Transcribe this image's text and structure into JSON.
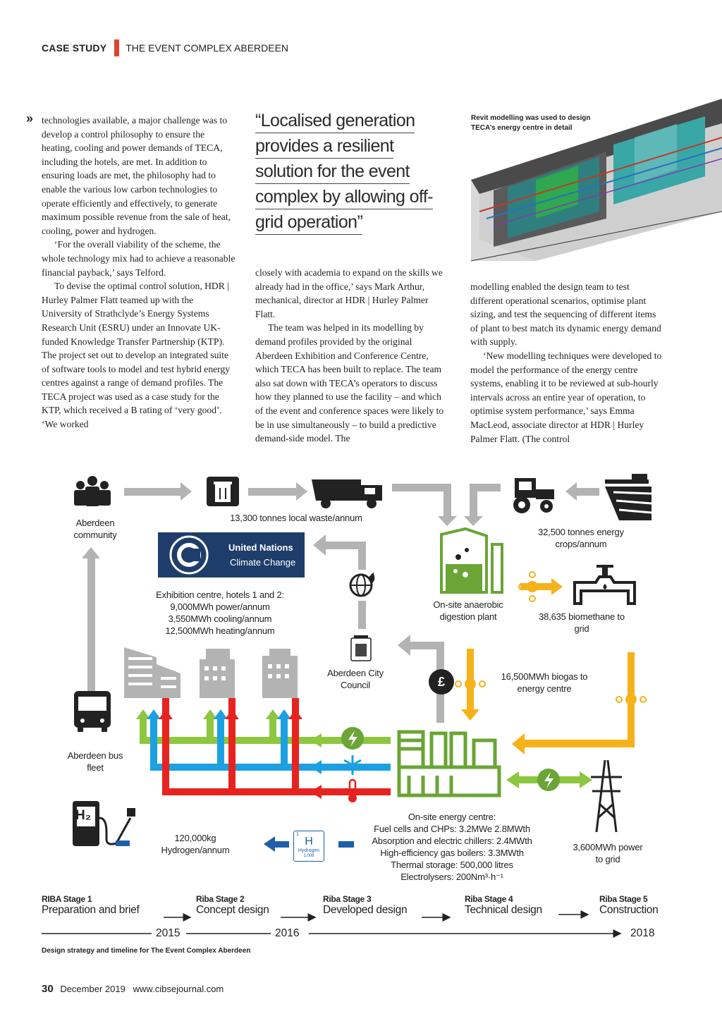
{
  "header": {
    "kicker": "CASE STUDY",
    "title": "THE EVENT COMPLEX ABERDEEN"
  },
  "col1": [
    "technologies available, a major challenge was to develop a control philosophy to ensure the heating, cooling and power demands of TECA, including the hotels, are met. In addition to ensuring loads are met, the philosophy had to enable the various low carbon technologies to operate efficiently and effectively, to generate maximum possible revenue from the sale of heat, cooling, power and hydrogen.",
    "‘For the overall viability of the scheme, the whole technology mix had to achieve a reasonable financial payback,’ says Telford.",
    "To devise the optimal control solution, HDR | Hurley Palmer Flatt teamed up with the University of Strathclyde’s Energy Systems Research Unit (ESRU) under an Innovate UK-funded Knowledge Transfer Partnership (KTP). The project set out to develop an integrated suite of software tools to model and test hybrid energy centres against a range of demand profiles. The TECA project was used as a case study for the KTP, which received a B rating of ‘very good’. ‘We worked"
  ],
  "pullquote": [
    "“Localised generation",
    "provides a resilient",
    "solution for the event",
    "complex by allowing off-",
    "grid operation”"
  ],
  "col2": [
    "closely with academia to expand on the skills we already had in the office,’ says Mark Arthur, mechanical, director at HDR | Hurley Palmer Flatt.",
    "The team was helped in its modelling by demand profiles provided by the original Aberdeen Exhibition and Conference Centre, which TECA has been built to replace. The team also sat down with TECA’s operators to discuss how they planned to use the facility – and which of the event and conference spaces were likely to be in use simultaneously – to build a predictive demand-side model. The"
  ],
  "image_caption": "Revit modelling was used to design TECA’s energy centre in detail",
  "col3": [
    "modelling enabled the design team to test different operational scenarios, optimise plant sizing, and test the sequencing of different items of plant to best match its dynamic energy demand with supply.",
    "‘New modelling techniques were developed to model the performance of the energy centre systems, enabling it to be reviewed at sub-hourly intervals across an entire year of operation, to optimise system performance,’ says Emma MacLeod, associate director at HDR | Hurley Palmer Flatt. (The control"
  ],
  "diagram": {
    "community": "Aberdeen community",
    "waste": "13,300 tonnes local waste/annum",
    "crops": "32,500 tonnes energy crops/annum",
    "un_name": "United Nations",
    "un_sub": "Climate Change",
    "exhibition": [
      "Exhibition centre, hotels 1 and 2:",
      "9,000MWh power/annum",
      "3,550MWh cooling/annum",
      "12,500MWh heating/annum"
    ],
    "ad_plant": "On-site anaerobic digestion plant",
    "biomethane": "38,635 biomethane to grid",
    "council": "Aberdeen City Council",
    "biogas": "16,500MWh biogas to energy centre",
    "bus": "Aberdeen bus fleet",
    "hydrogen": "120,000kg Hydrogen/annum",
    "h_tile_num": "1",
    "h_tile_sym": "H",
    "h_tile_name": "Hydrogen",
    "h_tile_mass": "1.008",
    "energy_centre": [
      "On-site energy centre:",
      "Fuel cells and CHPs: 3.2MWe 2.8MWth",
      "Absorption and electric chillers: 2.4MWth",
      "High-efficiency gas boilers: 3.3MWth",
      "Thermal storage: 500,000 litres",
      "Electrolysers: 200Nm³·h⁻¹"
    ],
    "grid": "3,600MWh power to grid",
    "h2": "H₂",
    "pound": "£"
  },
  "timeline": {
    "stages": [
      {
        "stage": "RIBA Stage 1",
        "name": "Preparation and brief"
      },
      {
        "stage": "Riba Stage 2",
        "name": "Concept design"
      },
      {
        "stage": "Riba Stage 3",
        "name": "Developed design"
      },
      {
        "stage": "Riba Stage 4",
        "name": "Technical design"
      },
      {
        "stage": "Riba Stage 5",
        "name": "Construction"
      }
    ],
    "years": [
      "2015",
      "2016",
      "2018"
    ]
  },
  "figure_caption": "Design strategy and timeline for The Event Complex Aberdeen",
  "footer": {
    "page": "30",
    "date": "December 2019",
    "url": "www.cibsejournal.com"
  },
  "colors": {
    "accent": "#e0442f",
    "green": "#8dc63f",
    "blue": "#1ba1e2",
    "red": "#e8231f",
    "yellow": "#f5b21a",
    "grey": "#b3b3b3",
    "plant_green": "#6aa535"
  }
}
